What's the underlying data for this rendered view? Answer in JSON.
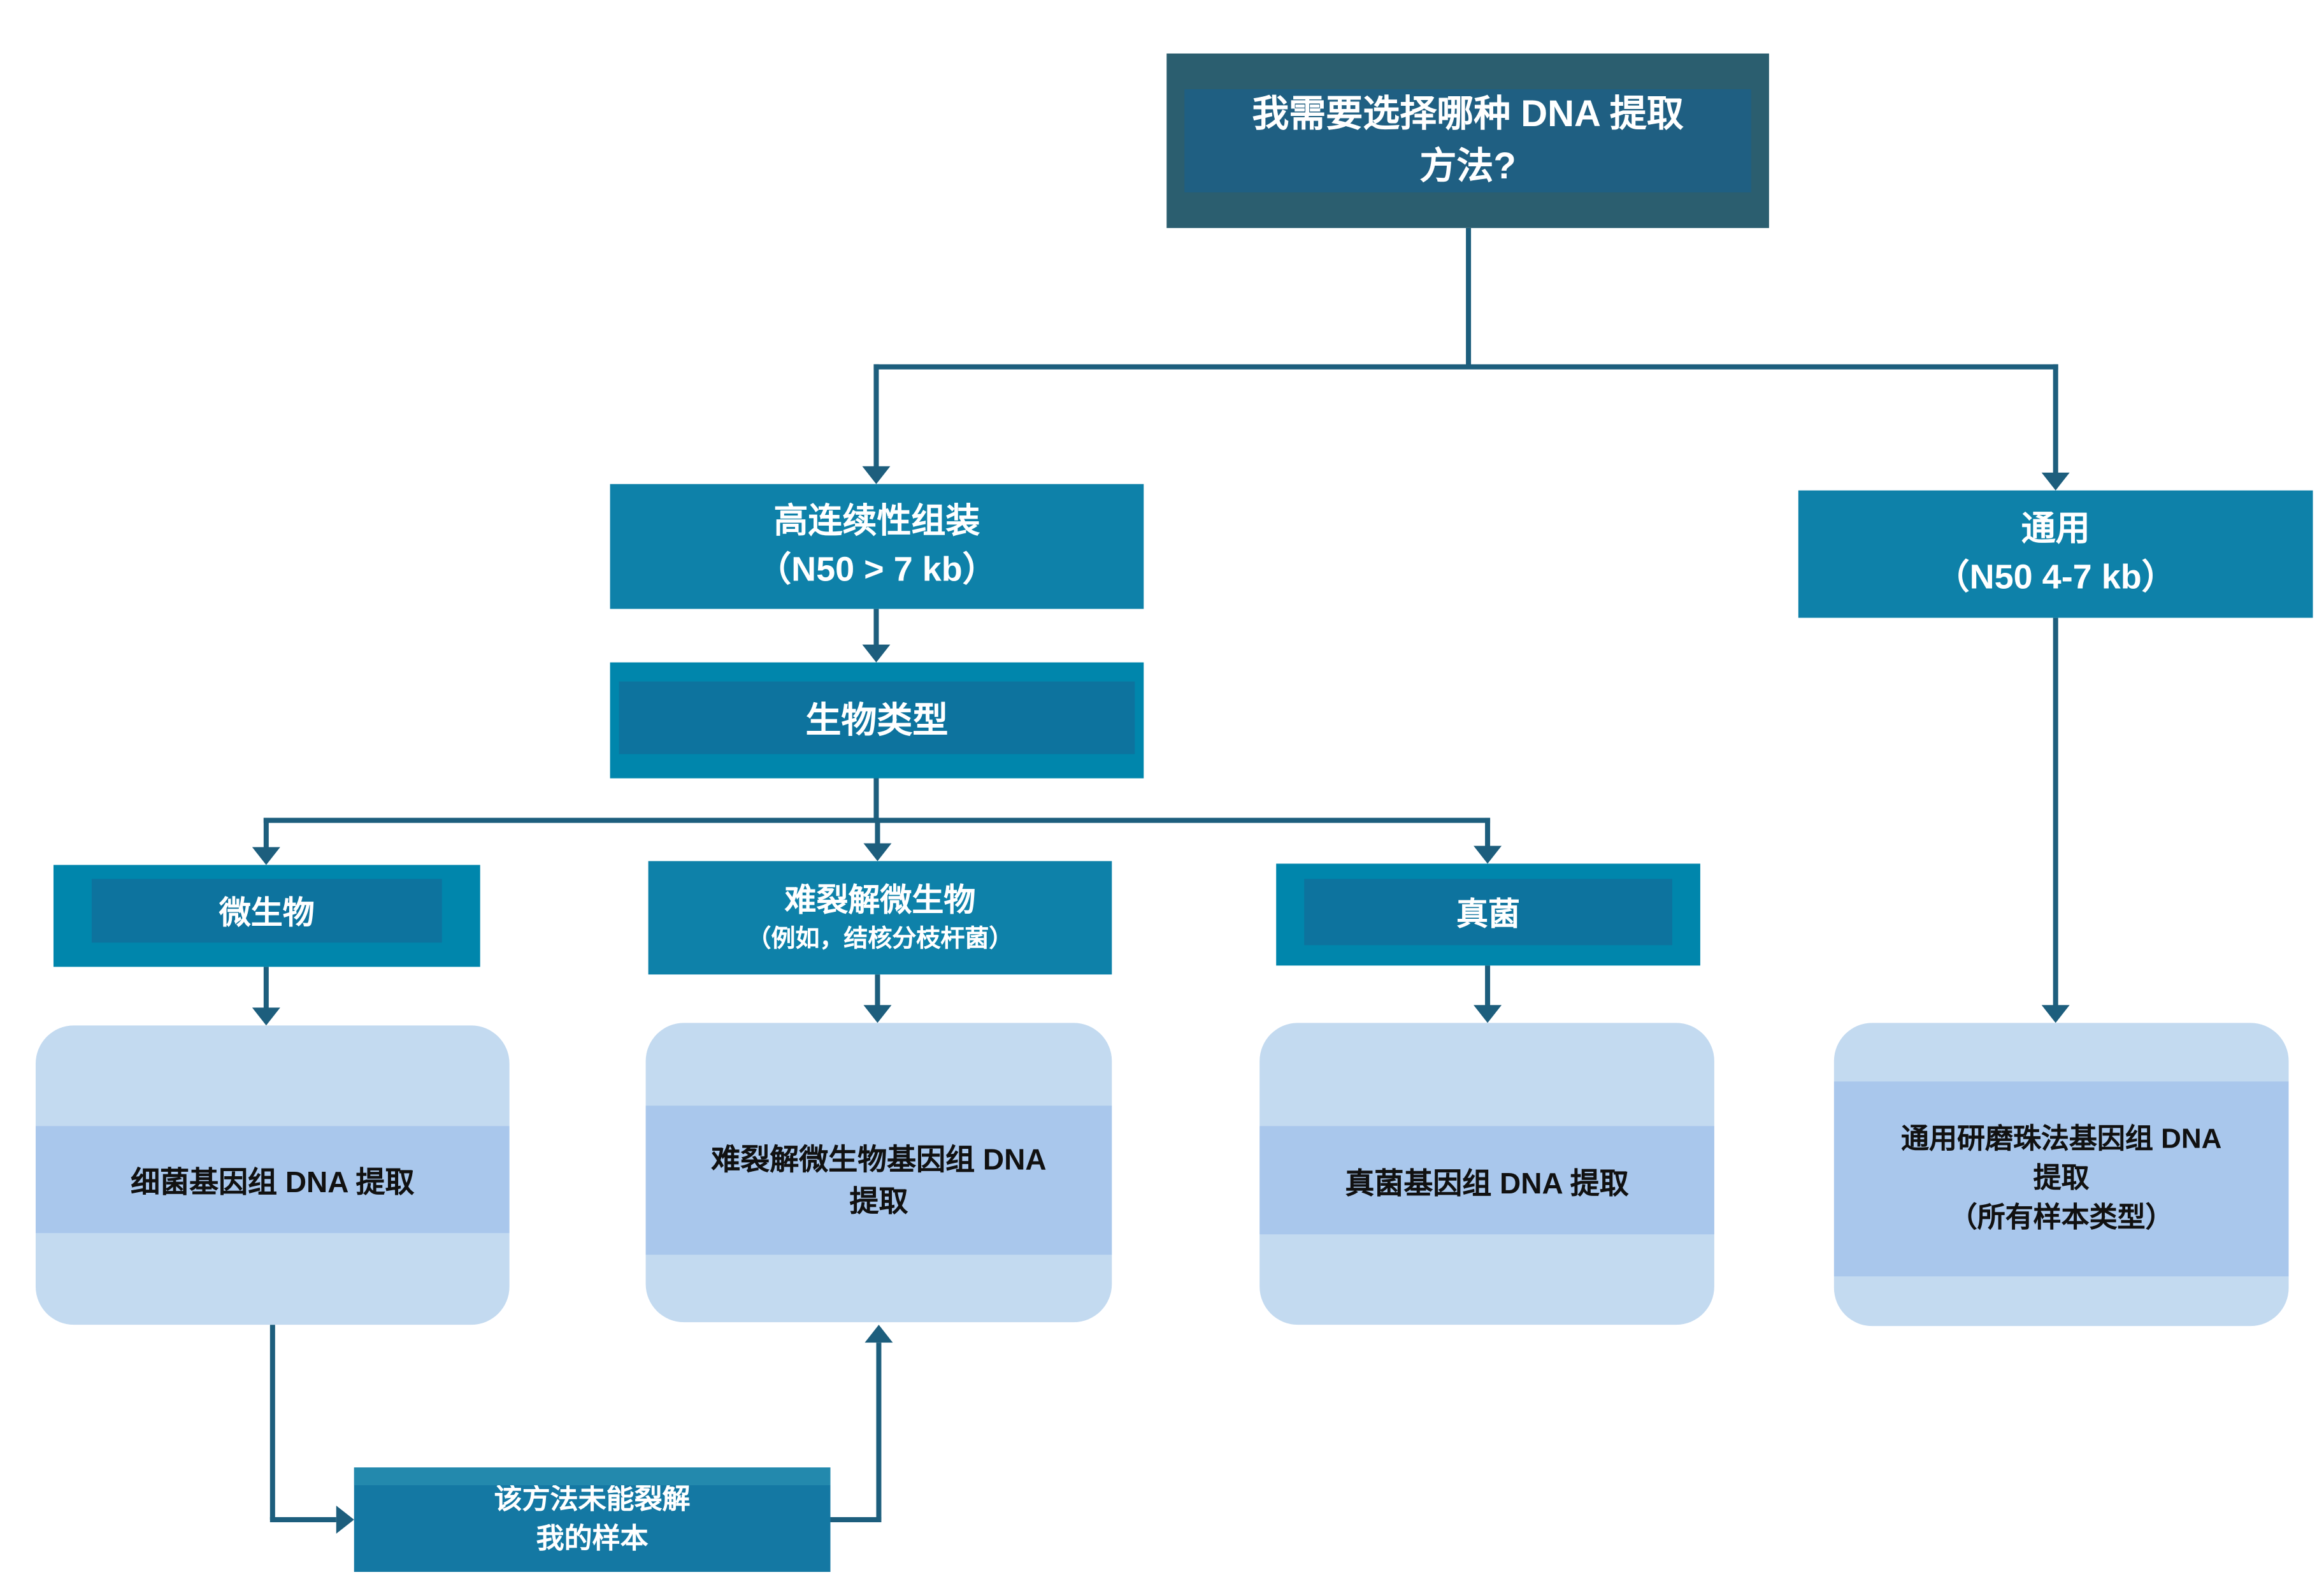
{
  "figure": {
    "type": "flowchart",
    "language": "zh-CN",
    "topic": "DNA extraction method decision tree"
  },
  "colors": {
    "question-outer": "#2b5e6f",
    "question-inner": "#1f5f82",
    "node-teal": "#0e81a9",
    "node-teal-outer": "#0086ac",
    "node-teal-inner": "#0d739e",
    "result-bg": "#c3daf0",
    "result-band": "#a9c7ec",
    "fail-bg": "#1478a3",
    "fail-band": "#2389ad",
    "connector": "#1d5e7d",
    "text-light": "#ffffff",
    "text-dark": "#111111"
  },
  "nodes": {
    "question": {
      "line1": "我需要选择哪种 DNA 提取",
      "line2": "方法?"
    },
    "assembly": {
      "line1": "高连续性组装",
      "line2": "（N50 > 7 kb）"
    },
    "universal": {
      "line1": "通用",
      "line2": "（N50 4-7 kb）"
    },
    "organism_type": {
      "label": "生物类型"
    },
    "microbe": {
      "label": "微生物"
    },
    "hard_to_lyse": {
      "line1": "难裂解微生物",
      "line2": "（例如，结核分枝杆菌）"
    },
    "fungi": {
      "label": "真菌"
    },
    "result_bacteria": {
      "label": "细菌基因组 DNA 提取"
    },
    "result_hard": {
      "line1": "难裂解微生物基因组 DNA",
      "line2": "提取"
    },
    "result_fungi": {
      "label": "真菌基因组 DNA 提取"
    },
    "result_universal": {
      "line1": "通用研磨珠法基因组 DNA",
      "line2": "提取",
      "line3": "（所有样本类型）"
    },
    "fail": {
      "line1": "该方法未能裂解",
      "line2": "我的样本"
    }
  }
}
